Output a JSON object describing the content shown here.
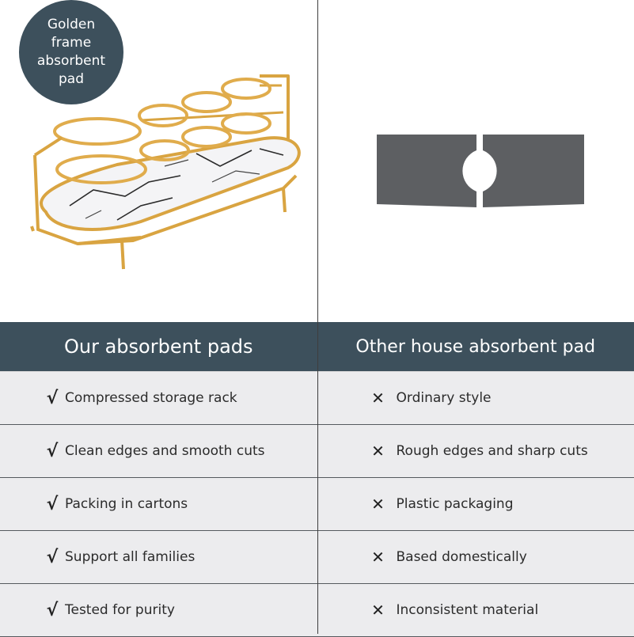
{
  "badge": {
    "text": "Golden\nframe\nabsorbent\npad"
  },
  "header": {
    "left": "Our absorbent pads",
    "right": "Other house absorbent pad"
  },
  "rows": [
    {
      "ours": "Compressed storage rack",
      "theirs": "Ordinary style"
    },
    {
      "ours": "Clean edges and smooth cuts",
      "theirs": "Rough edges and sharp cuts"
    },
    {
      "ours": "Packing in cartons",
      "theirs": "Plastic packaging"
    },
    {
      "ours": "Support all families",
      "theirs": "Based domestically"
    },
    {
      "ours": "Tested for purity",
      "theirs": "Inconsistent material"
    }
  ],
  "icons": {
    "ours": "check-icon",
    "theirs": "cross-icon"
  },
  "colors": {
    "header_bg": "#3d505c",
    "row_bg": "#ececee",
    "gold": "#d9a441",
    "pad_gray": "#5d5f62"
  }
}
